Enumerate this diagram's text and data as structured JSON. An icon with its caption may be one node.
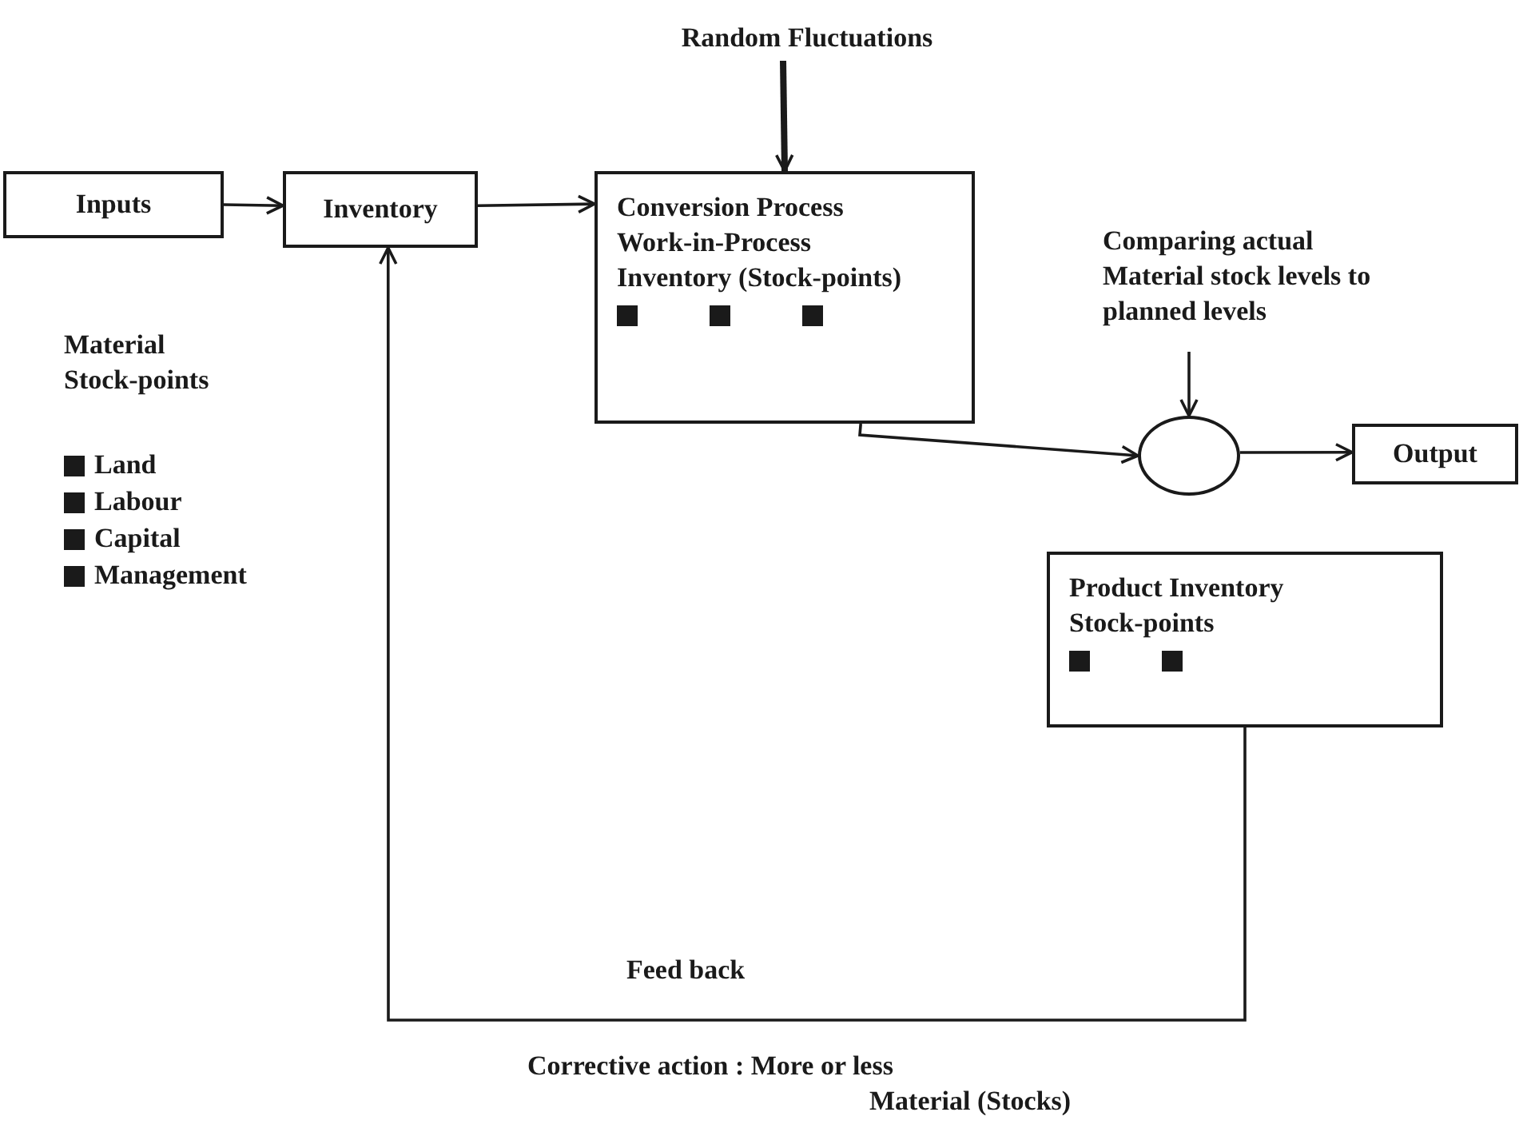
{
  "diagram": {
    "nodes": [
      {
        "text": [
          "Inputs"
        ]
      },
      {
        "text": [
          "Inventory"
        ]
      },
      {
        "text": [
          "Conversion Process Work-in-Process Inventory (Stock-points)"
        ]
      },
      {
        "text": [
          "Random Fluctuations"
        ]
      },
      {
        "text": [
          "Comparing actual Material stock levels to planned levels"
        ]
      },
      {
        "text": [],
        "shape": "circle"
      },
      {
        "text": [
          "Output"
        ]
      },
      {
        "text": [
          "Product Inventory Stock-points"
        ]
      }
    ],
    "edges": [
      {
        "from": 0,
        "to": 1,
        "arrow": "to"
      },
      {
        "from": 1,
        "to": 2,
        "arrow": "to"
      },
      {
        "from": 3,
        "to": 2,
        "arrow": "to",
        "style": "thick"
      },
      {
        "from": 2,
        "to": 5,
        "arrow": "to"
      },
      {
        "from": 4,
        "to": 5,
        "arrow": "to"
      },
      {
        "from": 5,
        "to": 6,
        "arrow": "to"
      },
      {
        "from": 7,
        "to": 1,
        "arrow": "to"
      }
    ],
    "labels": [
      "Material Stock-points",
      "Land",
      "Labour",
      "Capital",
      "Management",
      "Feed back",
      "Corrective action : More or less",
      "Material (Stocks)"
    ]
  }
}
